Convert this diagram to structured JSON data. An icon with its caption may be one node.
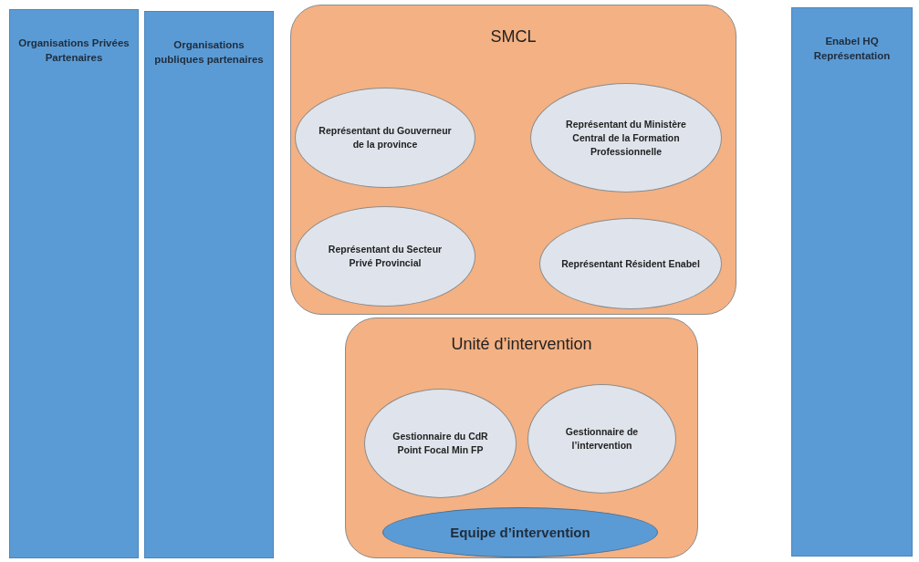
{
  "diagram": {
    "nodes": [
      {
        "text": [
          "Organisations Privées Partenaires"
        ]
      },
      {
        "text": [
          "Organisations publiques partenaires"
        ]
      },
      {
        "text": [
          "SMCL"
        ]
      },
      {
        "text": [
          "Représentant du Gouverneur de la province"
        ],
        "in": 2
      },
      {
        "text": [
          "Représentant du Ministère Central de la Formation Professionnelle"
        ],
        "in": 2
      },
      {
        "text": [
          "Représentant du Secteur Privé Provincial"
        ],
        "in": 2
      },
      {
        "text": [
          "Représentant Résident Enabel"
        ],
        "in": 2
      },
      {
        "text": [
          "Unité d’intervention"
        ]
      },
      {
        "text": [
          "Gestionnaire du CdR Point Focal Min FP"
        ],
        "in": 7
      },
      {
        "text": [
          "Gestionnaire de l’intervention"
        ],
        "in": 7
      },
      {
        "text": [
          "Equipe d’intervention"
        ],
        "in": 7
      },
      {
        "text": [
          "Enabel HQ Représentation"
        ]
      }
    ],
    "edges": []
  }
}
